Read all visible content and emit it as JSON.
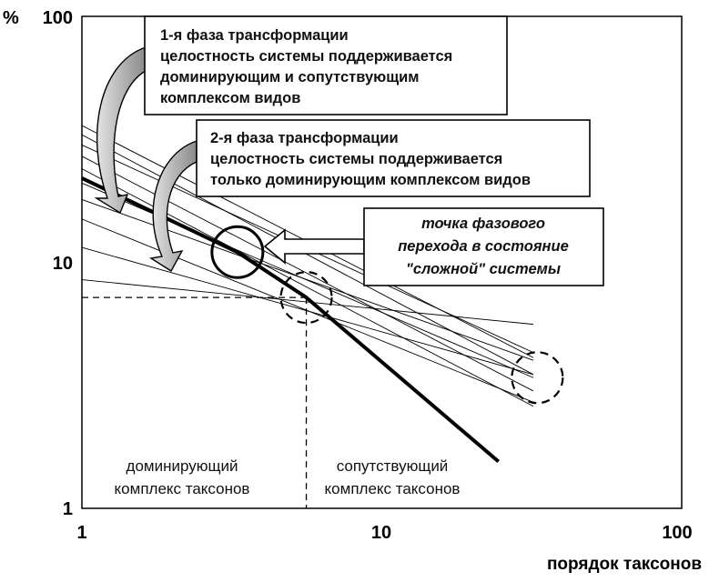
{
  "axes": {
    "y_unit": "%",
    "y_ticks": [
      "100",
      "10",
      "1"
    ],
    "x_ticks": [
      "1",
      "10",
      "100"
    ],
    "x_label": "порядок таксонов"
  },
  "annotations": {
    "phase1": {
      "lines": [
        "1-я фаза трансформации",
        "целостность системы поддерживается",
        "доминирующим и сопутствующим",
        "комплексом видов"
      ]
    },
    "phase2": {
      "lines": [
        "2-я фаза трансформации",
        "целостность системы поддерживается",
        "только доминирующим комплексом видов"
      ]
    },
    "transition": {
      "lines": [
        "точка фазового",
        "перехода в состояние",
        "\"сложной\" системы"
      ]
    }
  },
  "regions": {
    "dominant": [
      "доминирующий",
      "комплекс таксонов"
    ],
    "accompanying": [
      "сопутствующий",
      "комплекс таксонов"
    ]
  },
  "diagram_data": {
    "x_range": [
      1,
      100
    ],
    "y_range": [
      1,
      100
    ],
    "x_scale": "log",
    "y_scale": "log",
    "thin_lines": [
      [
        [
          1,
          36
        ],
        [
          32,
          4.1
        ]
      ],
      [
        [
          1,
          33
        ],
        [
          32,
          3.5
        ]
      ],
      [
        [
          1,
          30
        ],
        [
          32,
          4.3
        ]
      ],
      [
        [
          1,
          27
        ],
        [
          32,
          3.0
        ]
      ],
      [
        [
          1,
          24
        ],
        [
          32,
          2.6
        ]
      ],
      [
        [
          1,
          21
        ],
        [
          32,
          3.4
        ]
      ],
      [
        [
          1,
          18
        ],
        [
          32,
          4.0
        ]
      ],
      [
        [
          1,
          15
        ],
        [
          32,
          2.7
        ]
      ],
      [
        [
          1,
          11.5
        ],
        [
          32,
          3.5
        ]
      ],
      [
        [
          1,
          8.5
        ],
        [
          32,
          5.6
        ]
      ]
    ],
    "bold_line": [
      [
        1,
        22
      ],
      [
        3.3,
        11
      ],
      [
        5.6,
        7.2
      ],
      [
        24.5,
        1.55
      ]
    ],
    "reference_y": 7.2,
    "reference_x": 5.6,
    "solid_circle": [
      3.3,
      11
    ],
    "dashed_circles": [
      [
        5.6,
        7.2
      ],
      [
        33,
        3.4
      ]
    ]
  }
}
